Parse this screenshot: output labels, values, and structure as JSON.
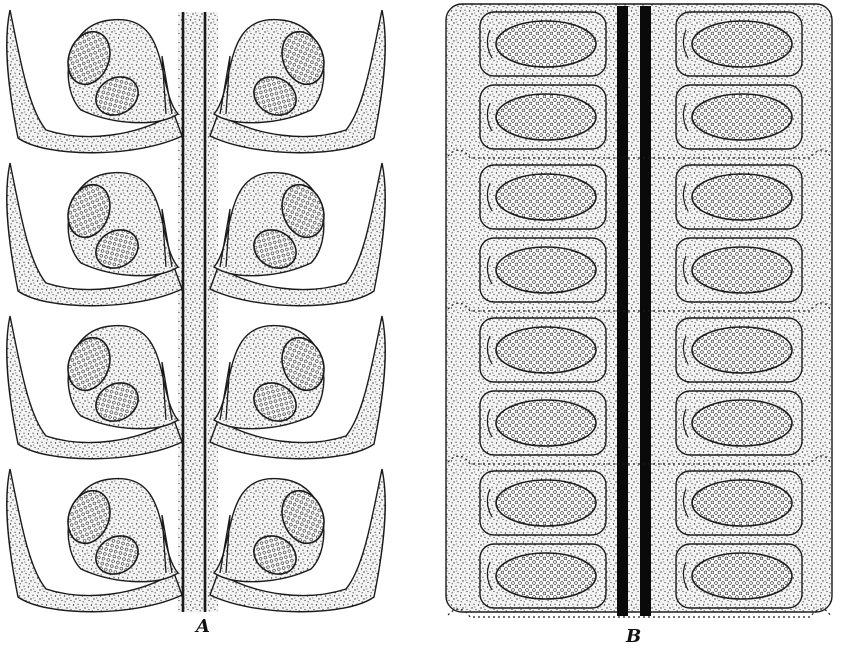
{
  "figure": {
    "panels": [
      {
        "id": "A",
        "label": "A",
        "style": "branched",
        "tiers": 4
      },
      {
        "id": "B",
        "label": "B",
        "style": "rectangular",
        "tiers": 4
      }
    ],
    "colors": {
      "ink": "#1a1a1a",
      "paper": "#ffffff",
      "stipple": "#2a2a2a",
      "axis": "#0a0a0a"
    }
  }
}
